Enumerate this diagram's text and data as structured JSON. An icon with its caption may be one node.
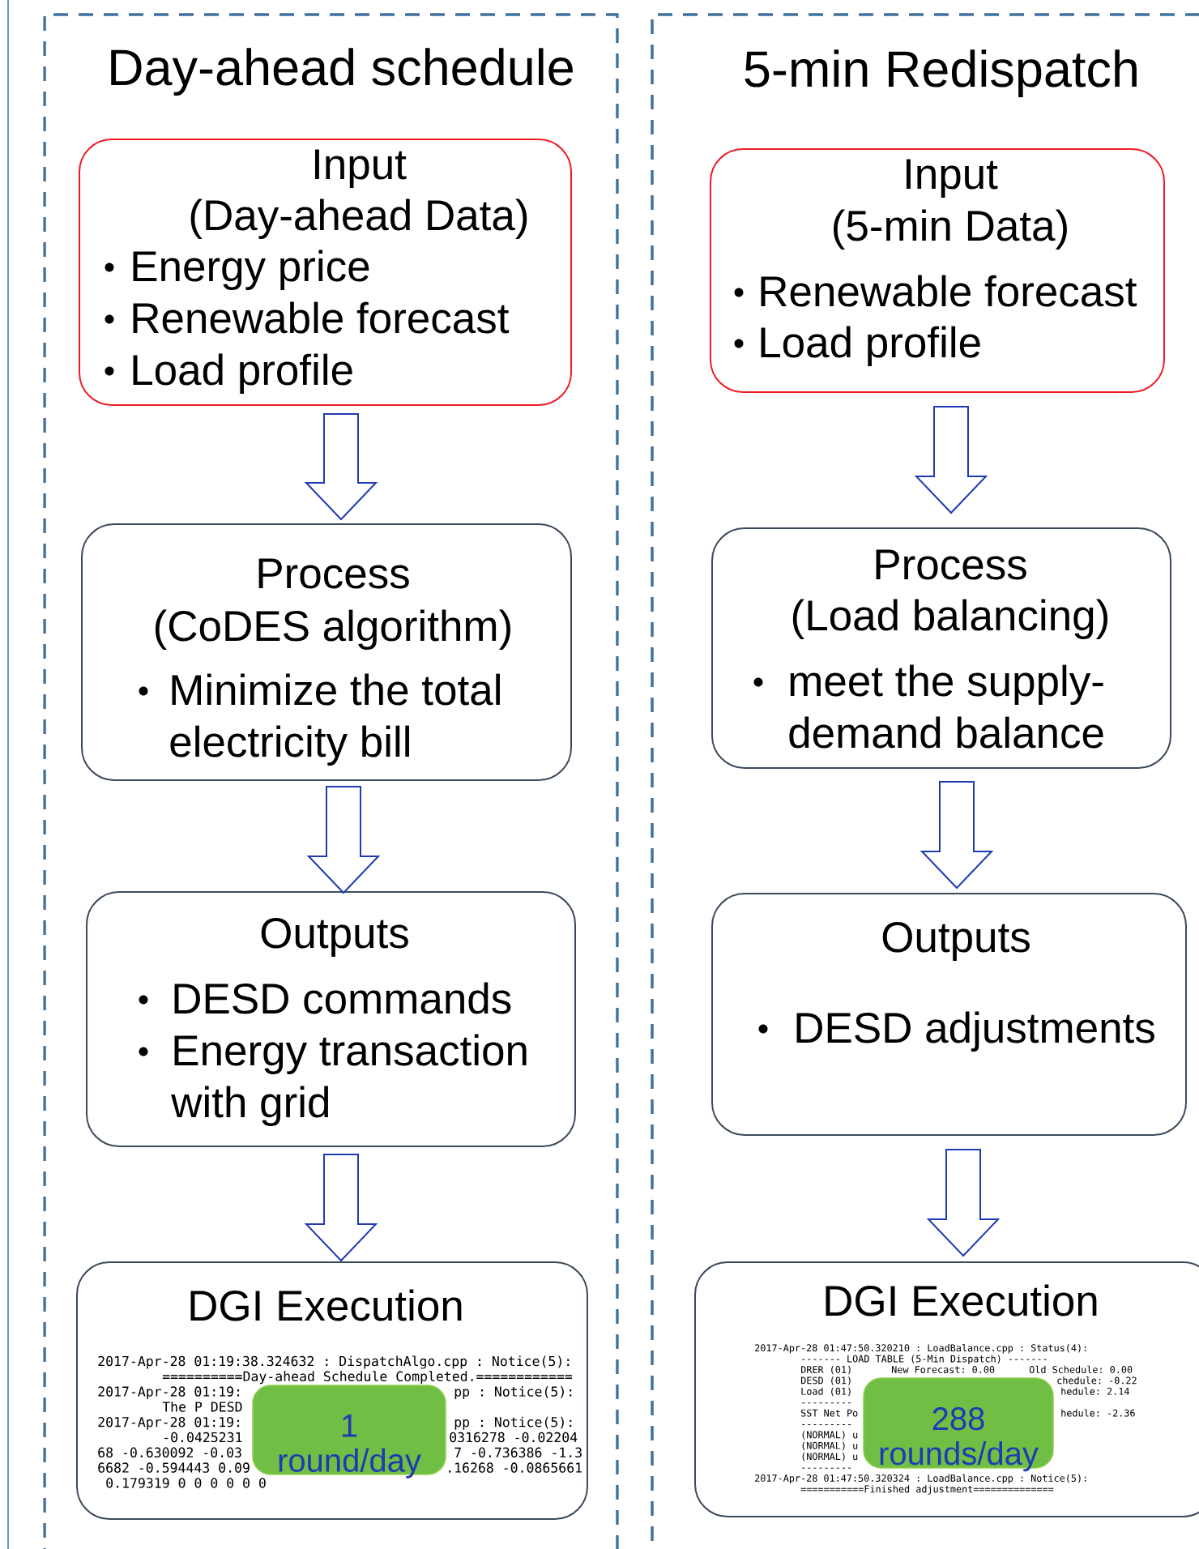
{
  "diagram": {
    "nodes": [
      {
        "text": [
          "Day-ahead schedule"
        ]
      },
      {
        "text": [
          "Input",
          "(Day-ahead Data)",
          "Energy price",
          "Renewable forecast",
          "Load profile"
        ],
        "in": 0
      },
      {
        "text": [
          "Process",
          "(CoDES algorithm)",
          "Minimize the total electricity bill"
        ],
        "in": 0
      },
      {
        "text": [
          "Outputs",
          "DESD commands",
          "Energy transaction with grid"
        ],
        "in": 0
      },
      {
        "text": [
          "DGI Execution"
        ],
        "in": 0
      },
      {
        "text": [
          "1 round/day"
        ],
        "in": 4
      },
      {
        "text": [
          "5-min Redispatch"
        ]
      },
      {
        "text": [
          "Input",
          "(5-min Data)",
          "Renewable forecast",
          "Load profile"
        ],
        "in": 6
      },
      {
        "text": [
          "Process",
          "(Load balancing)",
          "meet the supply-demand balance"
        ],
        "in": 6
      },
      {
        "text": [
          "Outputs",
          "DESD adjustments"
        ],
        "in": 6
      },
      {
        "text": [
          "DGI Execution"
        ],
        "in": 6
      },
      {
        "text": [
          "288 rounds/day"
        ],
        "in": 10
      }
    ],
    "edges": [
      {
        "from": 1,
        "to": 2,
        "arrow": "to"
      },
      {
        "from": 2,
        "to": 3,
        "arrow": "to"
      },
      {
        "from": 3,
        "to": 4,
        "arrow": "to"
      },
      {
        "from": 7,
        "to": 8,
        "arrow": "to"
      },
      {
        "from": 8,
        "to": 9,
        "arrow": "to"
      },
      {
        "from": 9,
        "to": 10,
        "arrow": "to"
      }
    ],
    "labels": [
      "2017-Apr-28 01:19:38.324632 : DispatchAlgo.cpp : Notice(5):",
      "==========Day-ahead Schedule Completed.============",
      "2017-Apr-28 01:19:",
      "pp : Notice(5):",
      "The P DESD",
      "2017-Apr-28 01:19:",
      "pp : Notice(5):",
      "-0.0425231",
      "0316278 -0.02204",
      "68 -0.630092 -0.03",
      "7 -0.736386 -1.3",
      "6682 -0.594443 0.09",
      ".16268 -0.0865661",
      "0.179319 0 0 0 0 0 0",
      "2017-Apr-28 01:47:50.320210 : LoadBalance.cpp : Status(4):",
      "------- LOAD TABLE (5-Min Dispatch) -------",
      "DRER (01)",
      "New Forecast: 0.00",
      "Old Schedule: 0.00",
      "DESD (01)",
      "chedule: -0.22",
      "Load (01)",
      "hedule: 2.14",
      "---------",
      "SST Net Po",
      "hedule: -2.36",
      "---------",
      "(NORMAL) u",
      "(NORMAL) u",
      "(NORMAL) u",
      "---------",
      "2017-Apr-28 01:47:50.320324 : LoadBalance.cpp : Notice(5):",
      "===========Finished adjustment=============="
    ]
  }
}
